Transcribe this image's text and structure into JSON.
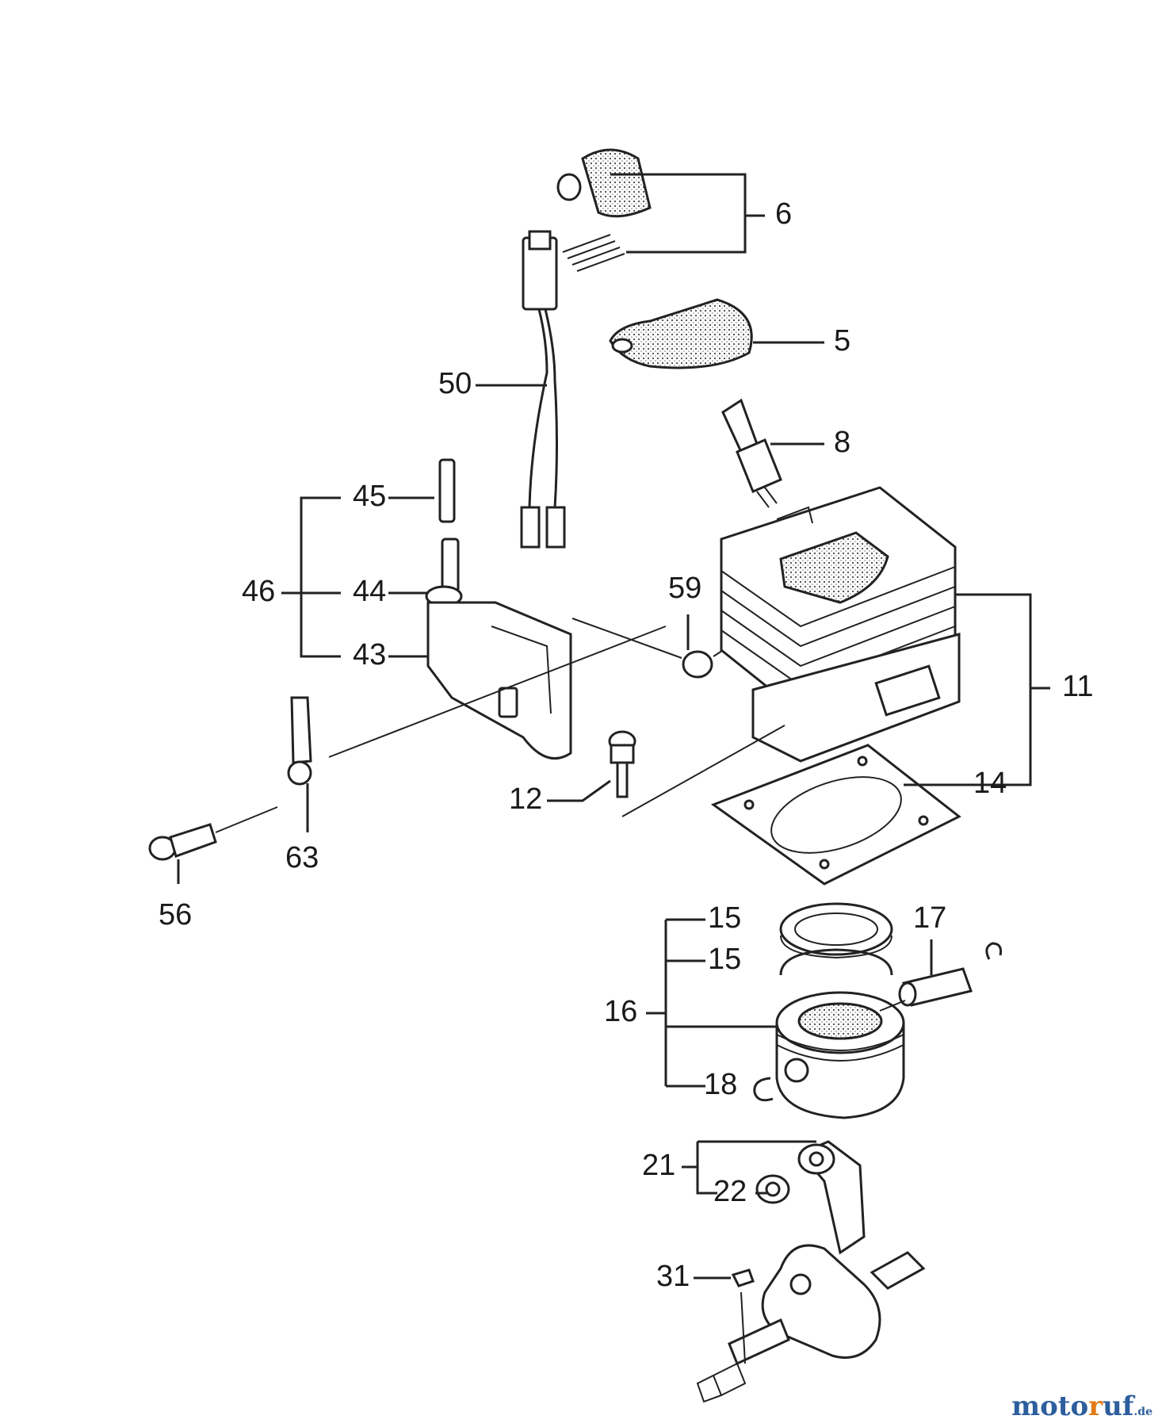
{
  "labels": {
    "l6": "6",
    "l5": "5",
    "l50": "50",
    "l8": "8",
    "l45": "45",
    "l46": "46",
    "l44": "44",
    "l43": "43",
    "l59": "59",
    "l11": "11",
    "l12": "12",
    "l14": "14",
    "l63": "63",
    "l56": "56",
    "l15a": "15",
    "l15b": "15",
    "l17": "17",
    "l16": "16",
    "l18": "18",
    "l21": "21",
    "l22": "22",
    "l31": "31"
  },
  "watermark": {
    "part1": "moto",
    "part2": "r",
    "part3": "uf",
    "suffix": ".de"
  }
}
